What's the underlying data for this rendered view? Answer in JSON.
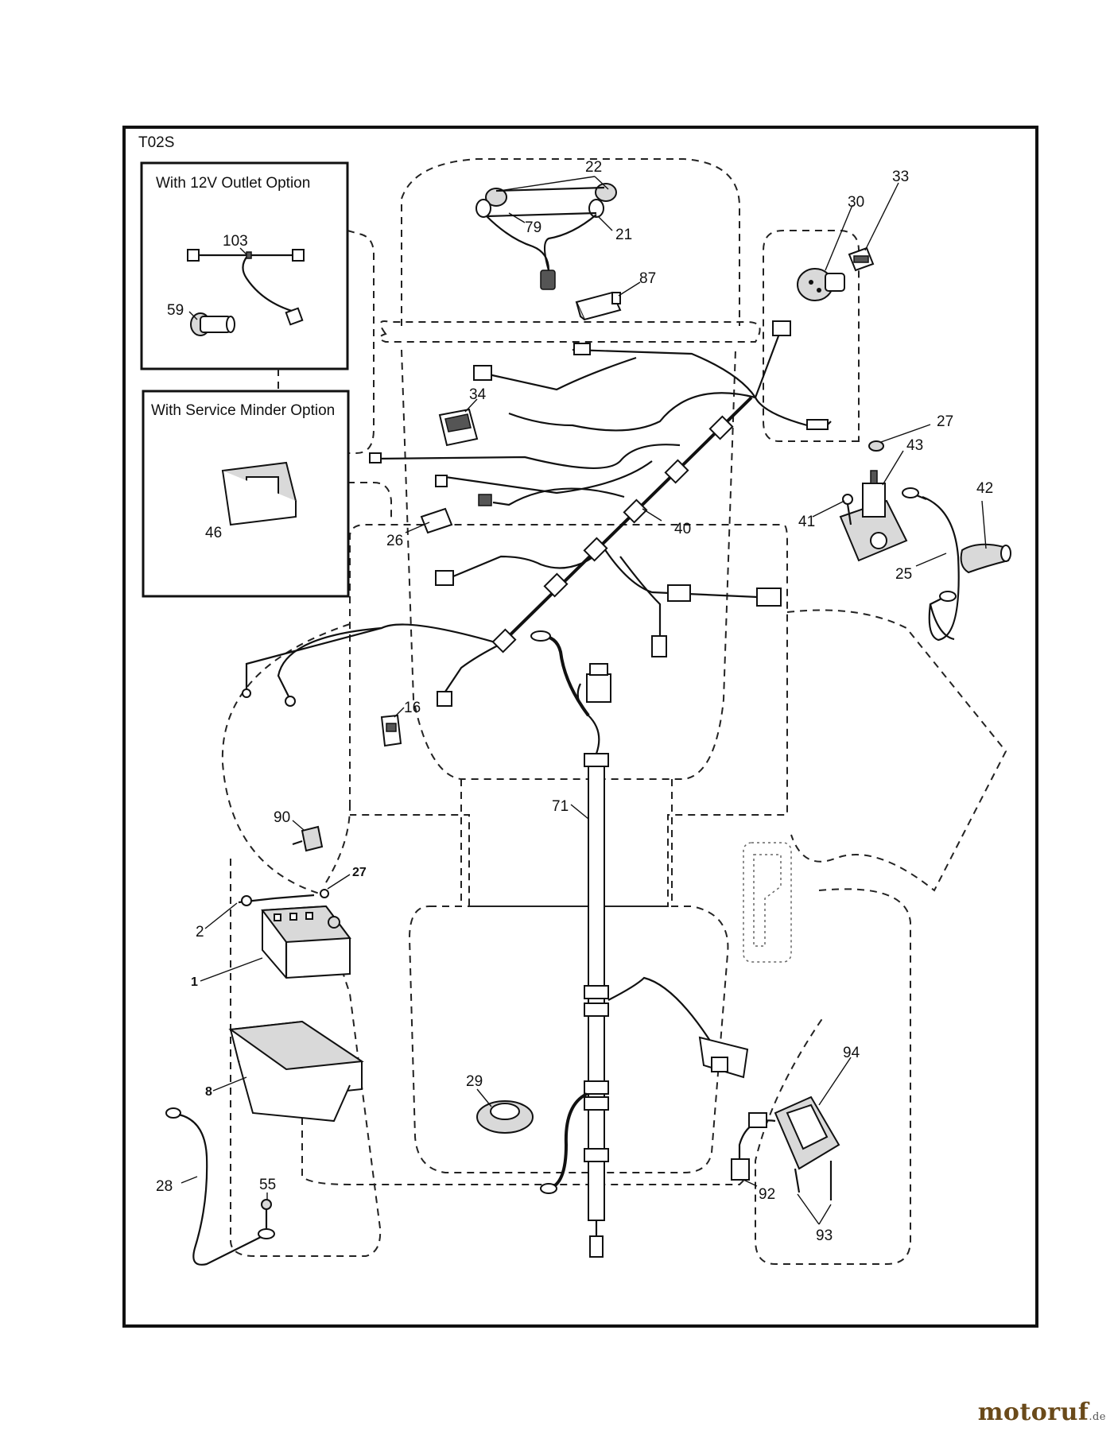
{
  "diagram_id": "T02S",
  "option_boxes": {
    "outlet": {
      "title": "With 12V Outlet Option"
    },
    "service_minder": {
      "title": "With Service Minder Option"
    }
  },
  "labels": {
    "l1": "1",
    "l2": "2",
    "l8": "8",
    "l16": "16",
    "l21": "21",
    "l22": "22",
    "l25": "25",
    "l26": "26",
    "l27a": "27",
    "l27b": "27",
    "l28": "28",
    "l29": "29",
    "l30": "30",
    "l33": "33",
    "l34": "34",
    "l40": "40",
    "l41": "41",
    "l42": "42",
    "l43": "43",
    "l46": "46",
    "l55": "55",
    "l59": "59",
    "l71": "71",
    "l79": "79",
    "l87": "87",
    "l90": "90",
    "l92": "92",
    "l93": "93",
    "l94": "94",
    "l103": "103"
  },
  "watermark": {
    "name": "motoruf",
    "suffix": ".de"
  },
  "colors": {
    "line": "#111111",
    "watermark": "#6a4a1a"
  }
}
